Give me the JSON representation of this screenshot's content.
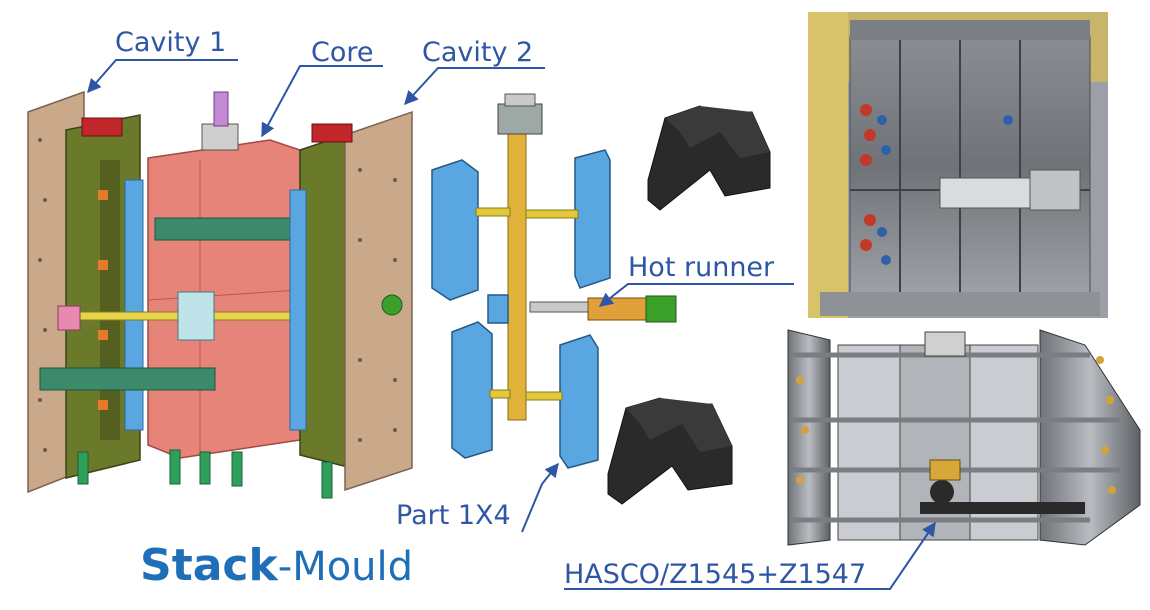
{
  "labels": {
    "cavity1": "Cavity 1",
    "core": "Core",
    "cavity2": "Cavity 2",
    "hot_runner": "Hot runner",
    "part": "Part 1X4",
    "hasco": "HASCO/Z1545+Z1547"
  },
  "title": {
    "bold_part": "Stack",
    "rest": "-Mould"
  },
  "colors": {
    "label_blue": "#2f56a6",
    "title_blue": "#1f6fb8",
    "plate_tan": "#c9a98a",
    "cavity_green": "#6b7a2a",
    "core_pink": "#e6847a",
    "insert_blue": "#5aa6e0",
    "manifold_yellow": "#e0b23a",
    "part_black": "#2a2a2a",
    "steel_gray": "#9a9ea4"
  }
}
